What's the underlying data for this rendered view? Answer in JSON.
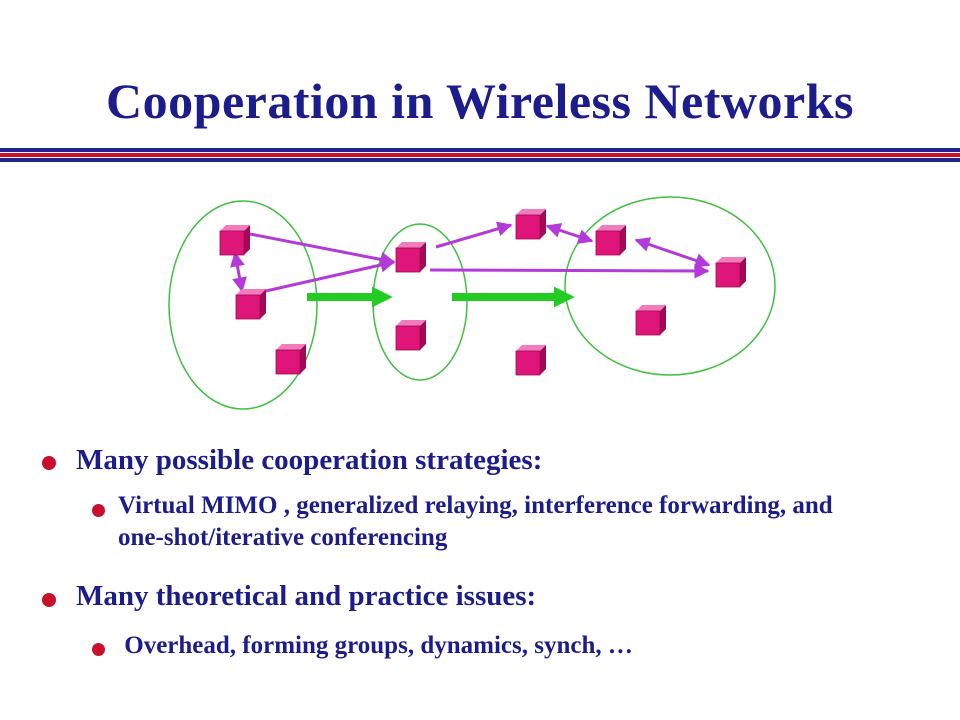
{
  "slide": {
    "title": "Cooperation in Wireless Networks",
    "bullets": [
      {
        "text": "Many possible cooperation strategies:",
        "sub": [
          "Virtual MIMO , generalized relaying, interference forwarding, and one-shot/iterative conferencing"
        ]
      },
      {
        "text": "Many theoretical and practice issues:",
        "sub": [
          " Overhead, forming groups, dynamics, synch, …"
        ]
      }
    ]
  },
  "colors": {
    "title": "#1c1c8c",
    "bullet_dot": "#c8102e",
    "node": "#e0157a",
    "cluster_outline": "#3fc03f",
    "link_arrow": "#b33ad8",
    "flow_arrow": "#22cc22"
  },
  "diagram": {
    "clusters": 3,
    "nodes": 10,
    "icons": [
      "node-cube-icon",
      "double-arrow-icon",
      "flow-arrow-icon"
    ]
  }
}
